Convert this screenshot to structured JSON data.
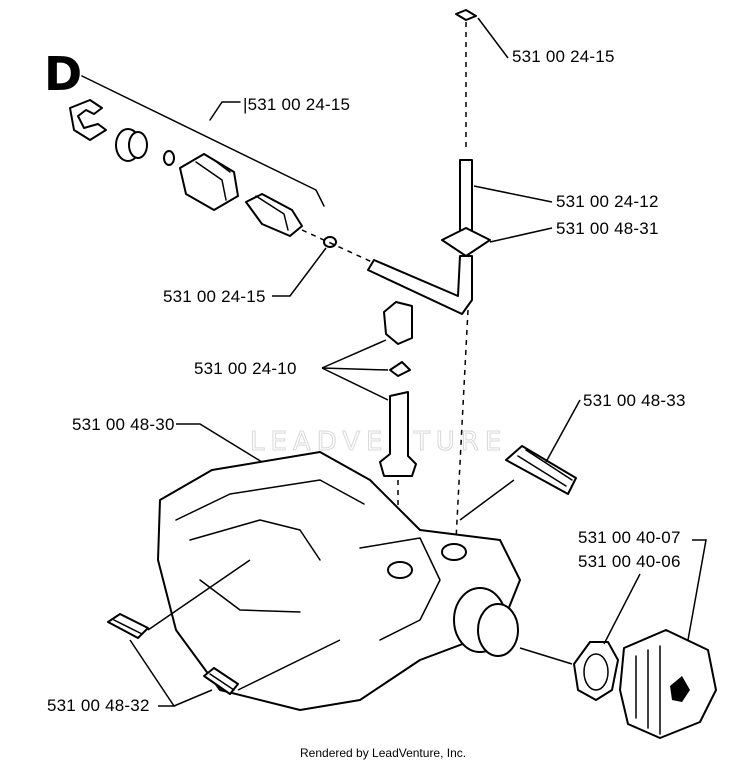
{
  "diagram": {
    "section_letter": "D",
    "watermark": "LEADVENTURE",
    "footer": "Rendered by LeadVenture, Inc.",
    "labels": {
      "top_clip": "531 00 24-15",
      "filter_assembly": "|531 00 24-15",
      "hose_clip": "531 00 24-15",
      "fuel_pipe": "531 00 24-12",
      "grommet": "531 00 48-31",
      "valve": "531 00 24-10",
      "tank": "531 00 48-30",
      "damper_right": "531 00 48-33",
      "cap_1": "531 00 40-07",
      "cap_2": "531 00 40-06",
      "dampers_left": "531 00 48-32"
    }
  }
}
